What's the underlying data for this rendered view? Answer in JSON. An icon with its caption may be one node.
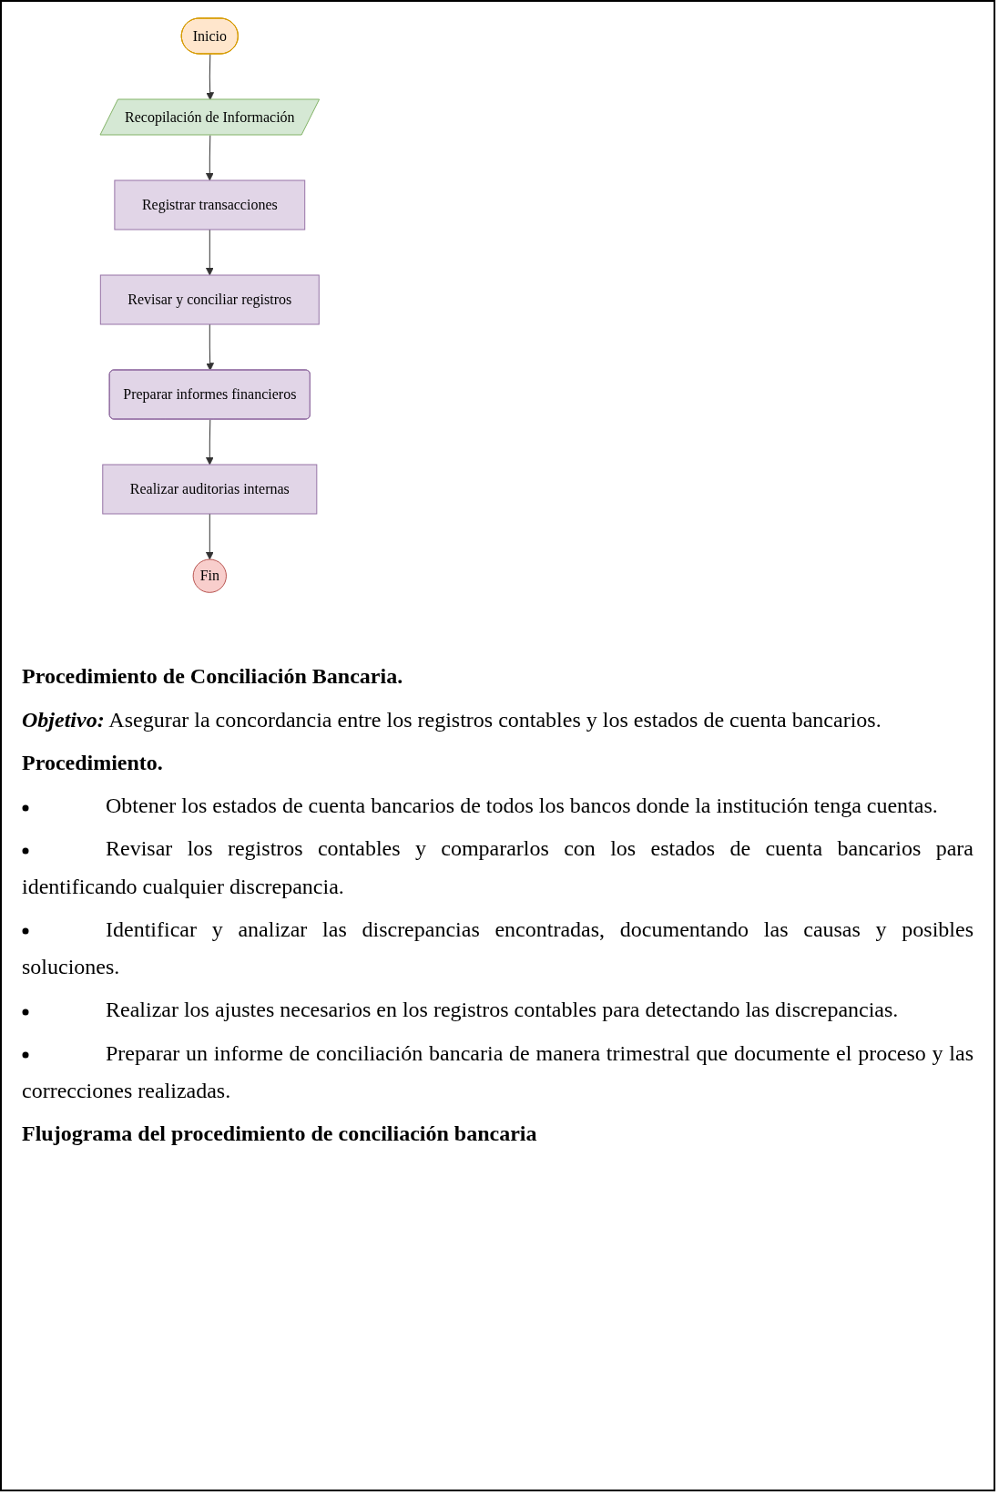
{
  "diagram": {
    "nodes": [
      {
        "text": [
          "Inicio"
        ]
      },
      {
        "text": [
          "Recopilación de Información"
        ]
      },
      {
        "text": [
          "Registrar transacciones"
        ]
      },
      {
        "text": [
          "Revisar y conciliar registros"
        ]
      },
      {
        "text": [
          "Preparar informes financieros"
        ]
      },
      {
        "text": [
          "Realizar auditorias internas"
        ]
      },
      {
        "text": [
          "Fin"
        ]
      }
    ],
    "edges": [
      {
        "from": 0,
        "to": 1,
        "arrow": "to"
      },
      {
        "from": 1,
        "to": 2,
        "arrow": "to"
      },
      {
        "from": 2,
        "to": 3,
        "arrow": "to"
      },
      {
        "from": 3,
        "to": 4,
        "arrow": "to"
      },
      {
        "from": 4,
        "to": 5,
        "arrow": "to"
      },
      {
        "from": 5,
        "to": 6,
        "arrow": "to"
      }
    ],
    "labels": [
      "Procedimiento de Conciliación Bancaria.",
      "**Objetivo:** Asegurar la concordancia entre los registros contables y los estados de cuenta bancarios.",
      "Procedimiento.",
      "Obtener los estados de cuenta bancarios de todos los bancos donde la institución tenga cuentas.",
      "Revisar los registros contables y compararlos con los estados de cuenta bancarios para identificando cualquier discrepancia.",
      "Identificar y analizar las discrepancias encontradas, documentando las causas y posibles soluciones.",
      "Realizar los ajustes necesarios en los registros contables para detectando las discrepancias.",
      "Preparar un informe de conciliación bancaria de manera trimestral que documente el proceso y las correcciones realizadas.",
      "Flujograma del procedimiento de conciliación bancaria"
    ]
  }
}
